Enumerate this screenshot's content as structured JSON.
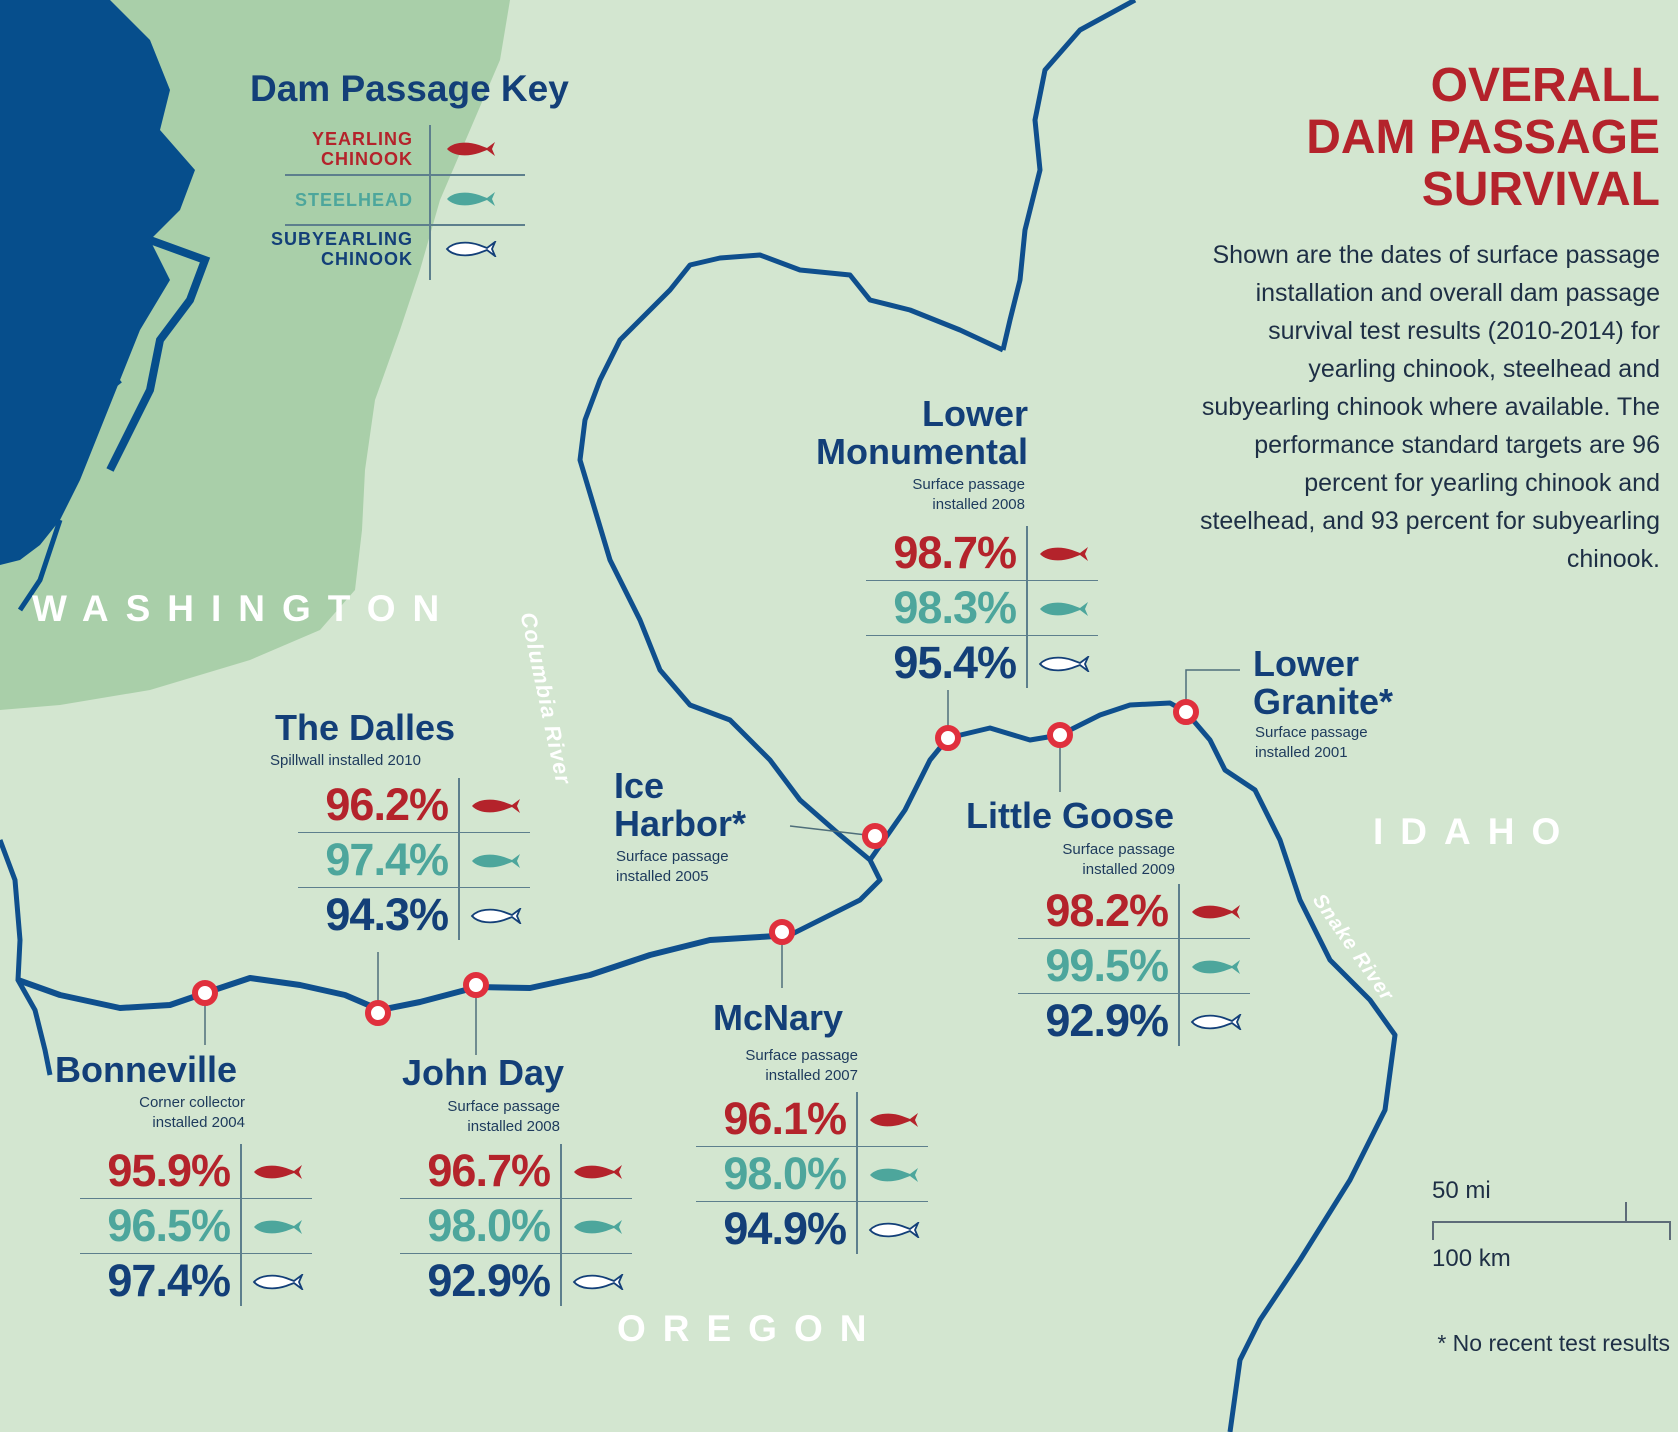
{
  "title": {
    "line1": "OVERALL",
    "line2": "DAM PASSAGE",
    "line3": "SURVIVAL"
  },
  "description": "Shown are the dates of surface passage installation and overall dam passage survival test results (2010-2014) for yearling chinook, steelhead and subyearling chinook where available. The performance standard targets are 96 percent for yearling chinook and steelhead, and 93 percent for subyearling chinook.",
  "key": {
    "title": "Dam Passage Key",
    "yearling": {
      "line1": "YEARLING",
      "line2": "CHINOOK"
    },
    "steelhead": "STEELHEAD",
    "subyearling": {
      "line1": "SUBYEARLING",
      "line2": "CHINOOK"
    }
  },
  "states": {
    "washington": "WASHINGTON",
    "oregon": "OREGON",
    "idaho": "IDAHO"
  },
  "rivers": {
    "columbia": "Columbia River",
    "snake": "Snake River"
  },
  "dams": {
    "bonneville": {
      "name": "Bonneville",
      "note1": "Corner collector",
      "note2": "installed 2004",
      "yearling": "95.9%",
      "steelhead": "96.5%",
      "subyearling": "97.4%"
    },
    "the_dalles": {
      "name": "The Dalles",
      "note1": "Spillwall installed 2010",
      "yearling": "96.2%",
      "steelhead": "97.4%",
      "subyearling": "94.3%"
    },
    "john_day": {
      "name": "John Day",
      "note1": "Surface passage",
      "note2": "installed 2008",
      "yearling": "96.7%",
      "steelhead": "98.0%",
      "subyearling": "92.9%"
    },
    "mcnary": {
      "name": "McNary",
      "note1": "Surface passage",
      "note2": "installed 2007",
      "yearling": "96.1%",
      "steelhead": "98.0%",
      "subyearling": "94.9%"
    },
    "ice_harbor": {
      "name1": "Ice",
      "name2": "Harbor*",
      "note1": "Surface passage",
      "note2": "installed 2005"
    },
    "lower_monumental": {
      "name1": "Lower",
      "name2": "Monumental",
      "note1": "Surface passage",
      "note2": "installed 2008",
      "yearling": "98.7%",
      "steelhead": "98.3%",
      "subyearling": "95.4%"
    },
    "little_goose": {
      "name": "Little Goose",
      "note1": "Surface passage",
      "note2": "installed 2009",
      "yearling": "98.2%",
      "steelhead": "99.5%",
      "subyearling": "92.9%"
    },
    "lower_granite": {
      "name1": "Lower",
      "name2": "Granite*",
      "note1": "Surface passage",
      "note2": "installed 2001"
    }
  },
  "scale": {
    "miles": "50 mi",
    "km": "100 km"
  },
  "footnote": "* No recent test results",
  "colors": {
    "background": "#d3e6d0",
    "washington_area": "#a9cfa9",
    "sound_water": "#064e8c",
    "river": "#0f4f8d",
    "navy": "#133f78",
    "yearling": "#b4232b",
    "steelhead": "#4da69c",
    "subyearling": "#ffffff",
    "dam_marker": "#e0303d"
  },
  "icons": {
    "yearling": "fish-icon",
    "steelhead": "fish-icon",
    "subyearling": "fish-outline-icon",
    "dam": "dam-marker-icon"
  }
}
